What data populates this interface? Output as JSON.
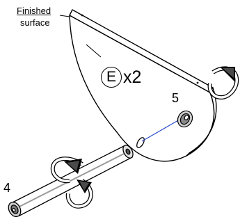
{
  "callouts": {
    "finished_surface_line1": "Finished",
    "finished_surface_line2": "surface",
    "panel_letter": "E",
    "panel_quantity": "x2",
    "part_5": "5",
    "part_4": "4"
  },
  "colors": {
    "dowel_line": "#2b4bcf",
    "ink": "#000000"
  }
}
